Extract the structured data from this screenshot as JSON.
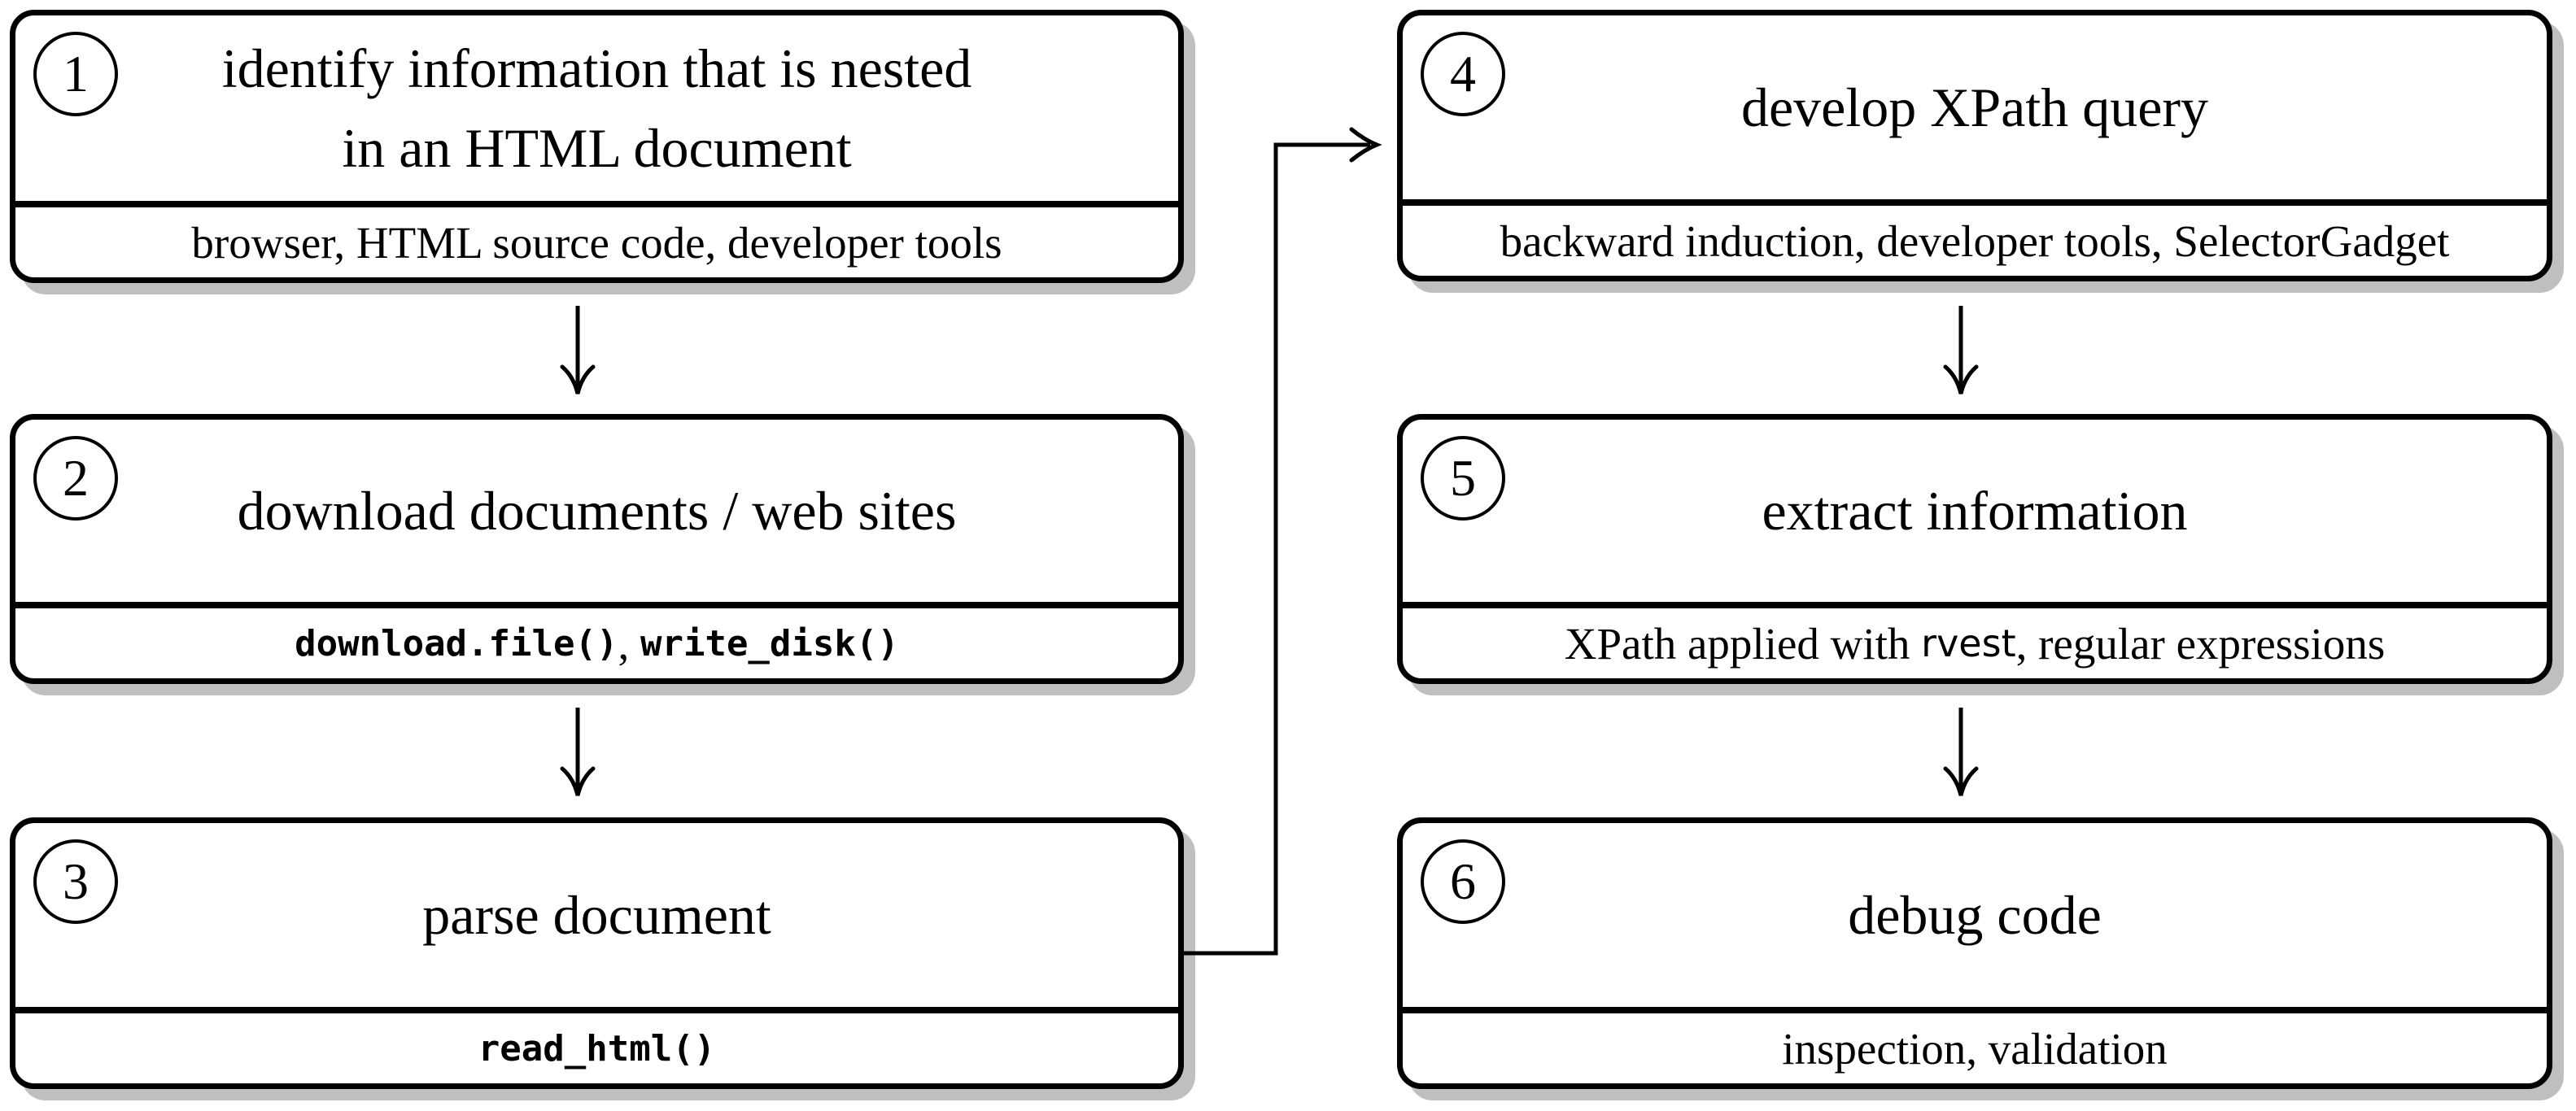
{
  "colors": {
    "box_border": "#000000",
    "box_fill": "#ffffff",
    "shadow": "#bfbfbf",
    "text": "#000000",
    "arrow": "#000000"
  },
  "boxes": [
    {
      "number": "1",
      "title_lines": [
        "identify information that is nested",
        "in an HTML document"
      ],
      "footer": [
        {
          "style": "serif",
          "text": "browser, HTML source code, developer tools"
        }
      ]
    },
    {
      "number": "2",
      "title_lines": [
        "download documents / web sites"
      ],
      "footer": [
        {
          "style": "mono",
          "text": "download.file()"
        },
        {
          "style": "serif",
          "text": ", "
        },
        {
          "style": "mono",
          "text": "write_disk()"
        }
      ]
    },
    {
      "number": "3",
      "title_lines": [
        "parse document"
      ],
      "footer": [
        {
          "style": "mono",
          "text": "read_html()"
        }
      ]
    },
    {
      "number": "4",
      "title_lines": [
        "develop XPath query"
      ],
      "footer": [
        {
          "style": "serif",
          "text": "backward induction, developer tools, SelectorGadget"
        }
      ]
    },
    {
      "number": "5",
      "title_lines": [
        "extract information"
      ],
      "footer": [
        {
          "style": "serif",
          "text": "XPath applied with "
        },
        {
          "style": "sans",
          "text": "rvest"
        },
        {
          "style": "serif",
          "text": ", regular expressions"
        }
      ]
    },
    {
      "number": "6",
      "title_lines": [
        "debug code"
      ],
      "footer": [
        {
          "style": "serif",
          "text": "inspection, validation"
        }
      ]
    }
  ],
  "connections": [
    {
      "from": "1",
      "to": "2",
      "type": "straight-down"
    },
    {
      "from": "2",
      "to": "3",
      "type": "straight-down"
    },
    {
      "from": "3",
      "to": "4",
      "type": "elbow-right-up"
    },
    {
      "from": "4",
      "to": "5",
      "type": "straight-down"
    },
    {
      "from": "5",
      "to": "6",
      "type": "straight-down"
    }
  ]
}
